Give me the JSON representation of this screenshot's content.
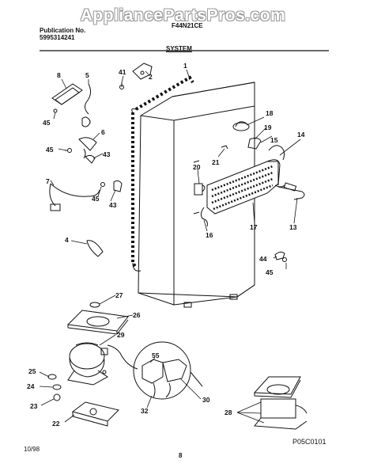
{
  "watermark": "AppliancePartsPros.com",
  "header": {
    "publication_label": "Publication No.",
    "publication_number": "5995314241",
    "model": "F44N21CE",
    "section": "SYSTEM"
  },
  "footer": {
    "date": "10/98",
    "page": "8",
    "figure_code": "P05C0101"
  },
  "callouts": [
    "1",
    "2",
    "4",
    "5",
    "6",
    "7",
    "8",
    "13",
    "14",
    "15",
    "16",
    "17",
    "18",
    "19",
    "20",
    "21",
    "22",
    "23",
    "24",
    "25",
    "26",
    "27",
    "28",
    "29",
    "30",
    "32",
    "41",
    "43",
    "43",
    "44",
    "45",
    "45",
    "45",
    "45",
    "55"
  ]
}
